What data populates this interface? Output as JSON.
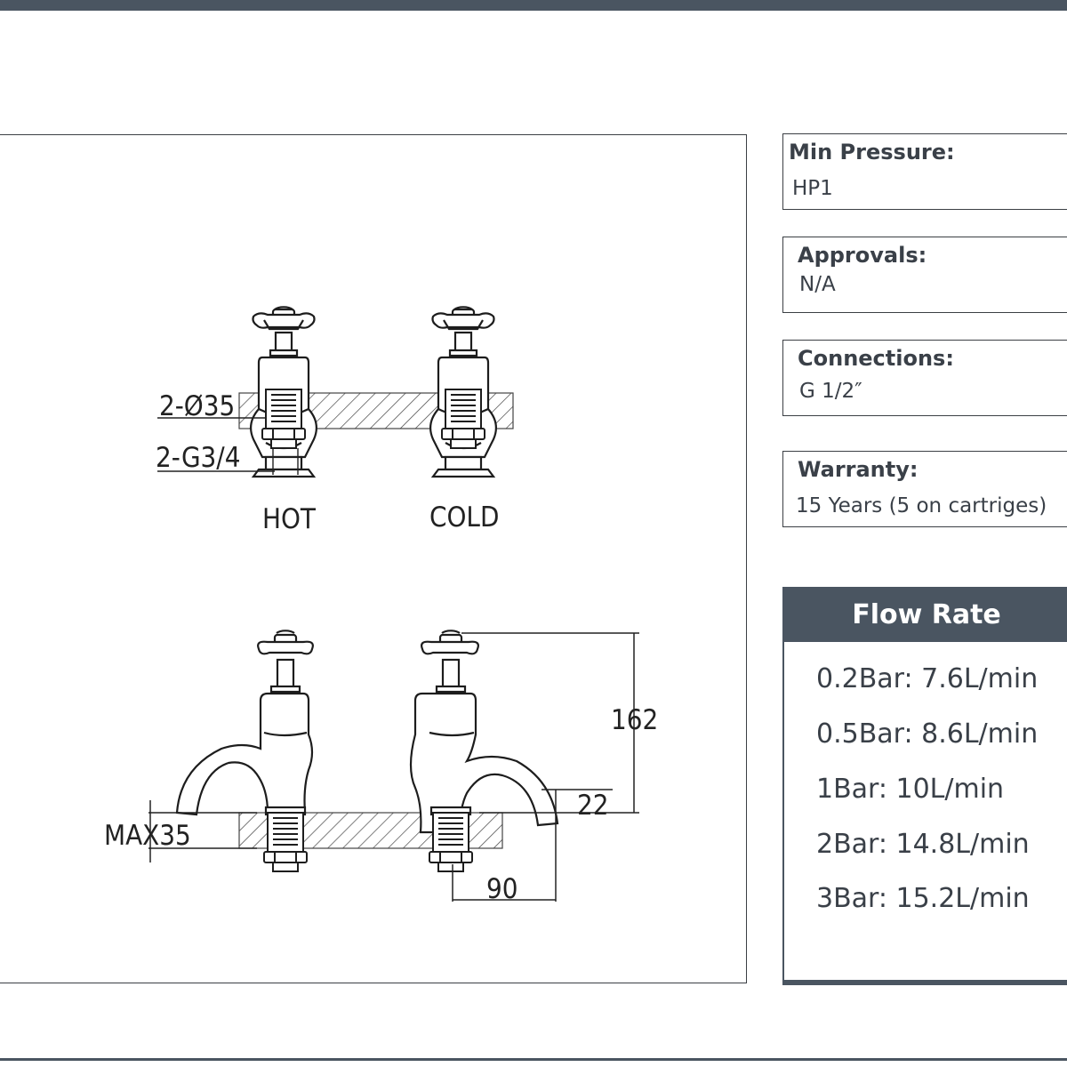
{
  "drawing": {
    "top_view": {
      "hole_label": "2-Ø35",
      "thread_label": "2-G3/4",
      "hot_label": "HOT",
      "cold_label": "COLD"
    },
    "side_view": {
      "max_label": "MAX35",
      "height_label": "162",
      "spout_label": "22",
      "reach_label": "90"
    }
  },
  "specs": [
    {
      "label": "Min Pressure:",
      "value": "HP1"
    },
    {
      "label": "Approvals:",
      "value": "N/A"
    },
    {
      "label": "Connections:",
      "value": "G 1/2″"
    },
    {
      "label": "Warranty:",
      "value": "15 Years (5 on cartriges)"
    }
  ],
  "flow_rate": {
    "title": "Flow Rate",
    "items": [
      "0.2Bar: 7.6L/min",
      "0.5Bar: 8.6L/min",
      "1Bar: 10L/min",
      "2Bar: 14.8L/min",
      "3Bar: 15.2L/min"
    ]
  },
  "colors": {
    "accent": "#4a5561",
    "line": "#222222"
  }
}
